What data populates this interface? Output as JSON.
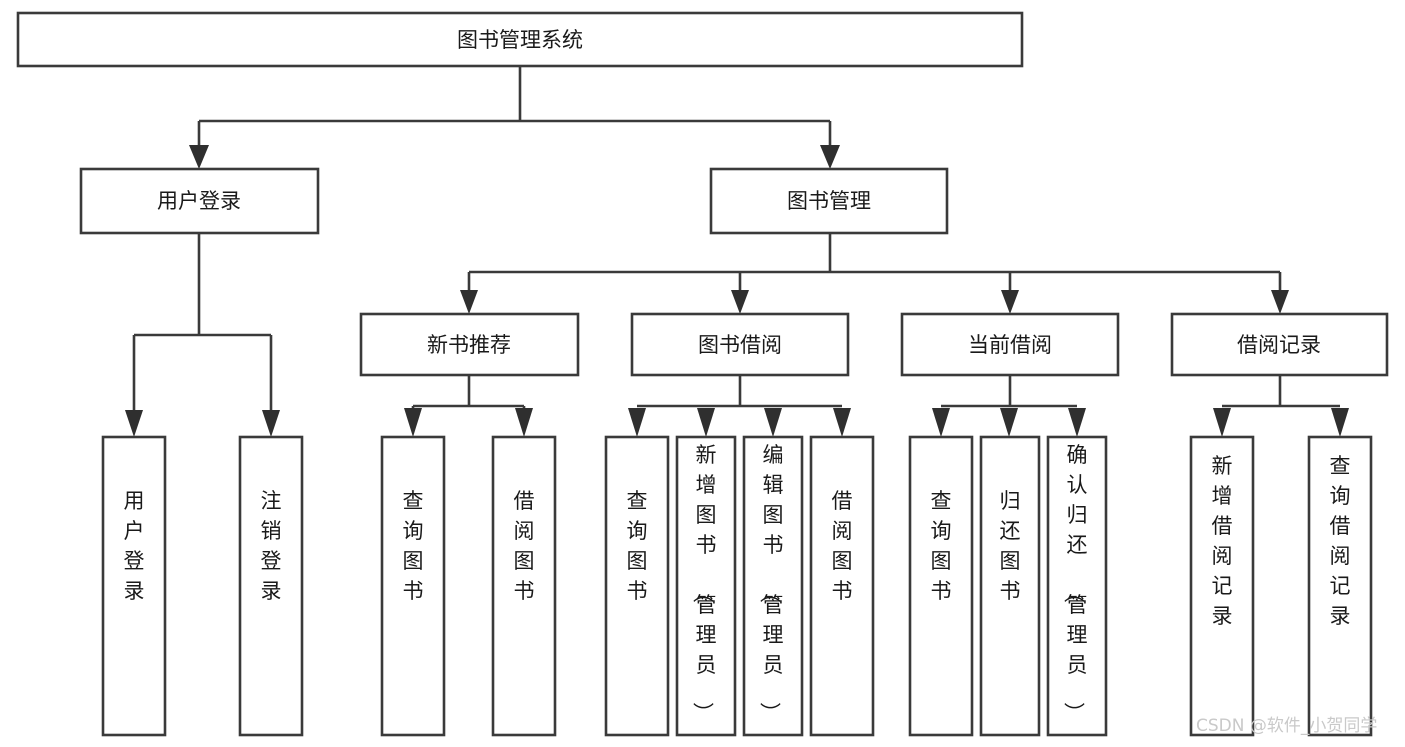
{
  "diagram": {
    "title": "图书管理系统",
    "type": "tree-hierarchy-chart",
    "root": {
      "id": "root",
      "label": "图书管理系统"
    },
    "level2": [
      {
        "id": "user-login",
        "label": "用户登录"
      },
      {
        "id": "book-management",
        "label": "图书管理"
      }
    ],
    "level3": [
      {
        "id": "new-book-recommend",
        "label": "新书推荐",
        "parent": "book-management"
      },
      {
        "id": "book-borrow",
        "label": "图书借阅",
        "parent": "book-management"
      },
      {
        "id": "current-borrow",
        "label": "当前借阅",
        "parent": "book-management"
      },
      {
        "id": "borrow-record",
        "label": "借阅记录",
        "parent": "book-management"
      }
    ],
    "leaves": [
      {
        "id": "leaf-user-login",
        "label": "用户登录",
        "parent": "user-login"
      },
      {
        "id": "leaf-logout-login",
        "label": "注销登录",
        "parent": "user-login"
      },
      {
        "id": "leaf-query-book-1",
        "label": "查询图书",
        "parent": "new-book-recommend"
      },
      {
        "id": "leaf-borrow-book-1",
        "label": "借阅图书",
        "parent": "new-book-recommend"
      },
      {
        "id": "leaf-query-book-2",
        "label": "查询图书",
        "parent": "book-borrow"
      },
      {
        "id": "leaf-add-book",
        "label": "新增图书（管理员）",
        "parent": "book-borrow"
      },
      {
        "id": "leaf-edit-book",
        "label": "编辑图书（管理员）",
        "parent": "book-borrow"
      },
      {
        "id": "leaf-borrow-book-2",
        "label": "借阅图书",
        "parent": "book-borrow"
      },
      {
        "id": "leaf-query-book-3",
        "label": "查询图书",
        "parent": "current-borrow"
      },
      {
        "id": "leaf-return-book",
        "label": "归还图书",
        "parent": "current-borrow"
      },
      {
        "id": "leaf-confirm-return",
        "label": "确认归还（管理员）",
        "parent": "current-borrow"
      },
      {
        "id": "leaf-add-record",
        "label": "新增借阅记录",
        "parent": "borrow-record"
      },
      {
        "id": "leaf-query-record",
        "label": "查询借阅记录",
        "parent": "borrow-record"
      }
    ]
  },
  "watermark": {
    "text": "CSDN @软件_小贺同学"
  },
  "colors": {
    "box_stroke": "#3a3a3a",
    "connector": "#3a3a3a",
    "arrow": "#2f2f2f",
    "box_fill": "#ffffff",
    "text": "#1a1a1a",
    "watermark": "#c9c9c9",
    "background": "#ffffff"
  }
}
